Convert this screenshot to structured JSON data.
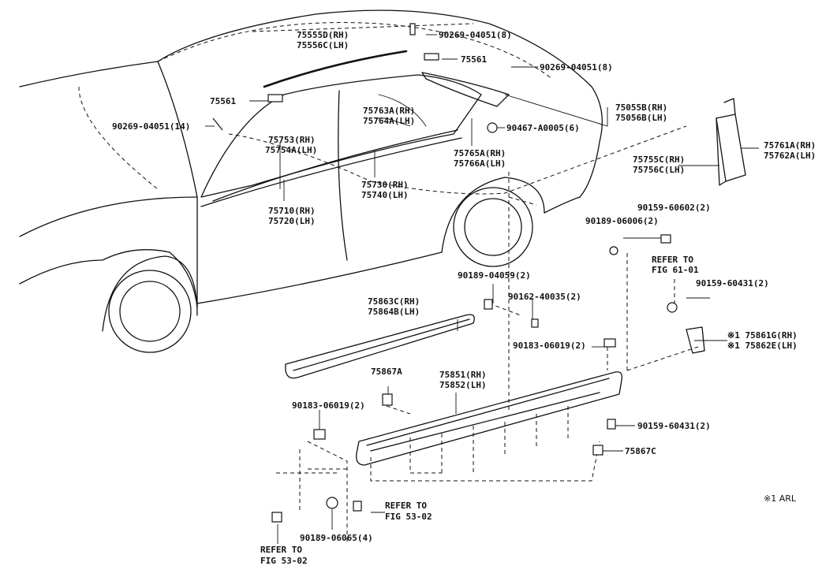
{
  "labels": {
    "p75555d": "75555D(RH)",
    "p75556c": "75556C(LH)",
    "p90269_top": "90269-04051(8)",
    "p75561_top": "75561",
    "p90269_mid": "90269-04051(8)",
    "p75561_left": "75561",
    "p90269_left": "90269-04051(14)",
    "p75753": "75753(RH)",
    "p75754a": "75754A(LH)",
    "p75763a": "75763A(RH)",
    "p75764a": "75764A(LH)",
    "p75055b": "75055B(RH)",
    "p75056b": "75056B(LH)",
    "p90467": "90467-A0005(6)",
    "p75765a": "75765A(RH)",
    "p75766a": "75766A(LH)",
    "p75761a": "75761A(RH)",
    "p75762a": "75762A(LH)",
    "p75755c": "75755C(RH)",
    "p75756c": "75756C(LH)",
    "p75730": "75730(RH)",
    "p75740": "75740(LH)",
    "p75710": "75710(RH)",
    "p75720": "75720(LH)",
    "p90159_602": "90159-60602(2)",
    "p90189_006": "90189-06006(2)",
    "refer_61_a": "REFER TO",
    "refer_61_b": "FIG 61-01",
    "p90159_431_top": "90159-60431(2)",
    "p90189_059": "90189-04059(2)",
    "p90162": "90162-40035(2)",
    "p75863c": "75863C(RH)",
    "p75864b": "75864B(LH)",
    "p75861g": "※1 75861G(RH)",
    "p75862e": "※1 75862E(LH)",
    "p90183_r": "90183-06019(2)",
    "p75867a": "75867A",
    "p75851": "75851(RH)",
    "p75852": "75852(LH)",
    "p90183_l": "90183-06019(2)",
    "p90159_431_bot": "90159-60431(2)",
    "p75867c": "75867C",
    "refer_53_mid_a": "REFER TO",
    "refer_53_mid_b": "FIG 53-02",
    "p90189_065": "90189-06065(4)",
    "refer_53_bot_a": "REFER TO",
    "refer_53_bot_b": "FIG 53-02",
    "footnote": "※1 ARL"
  }
}
